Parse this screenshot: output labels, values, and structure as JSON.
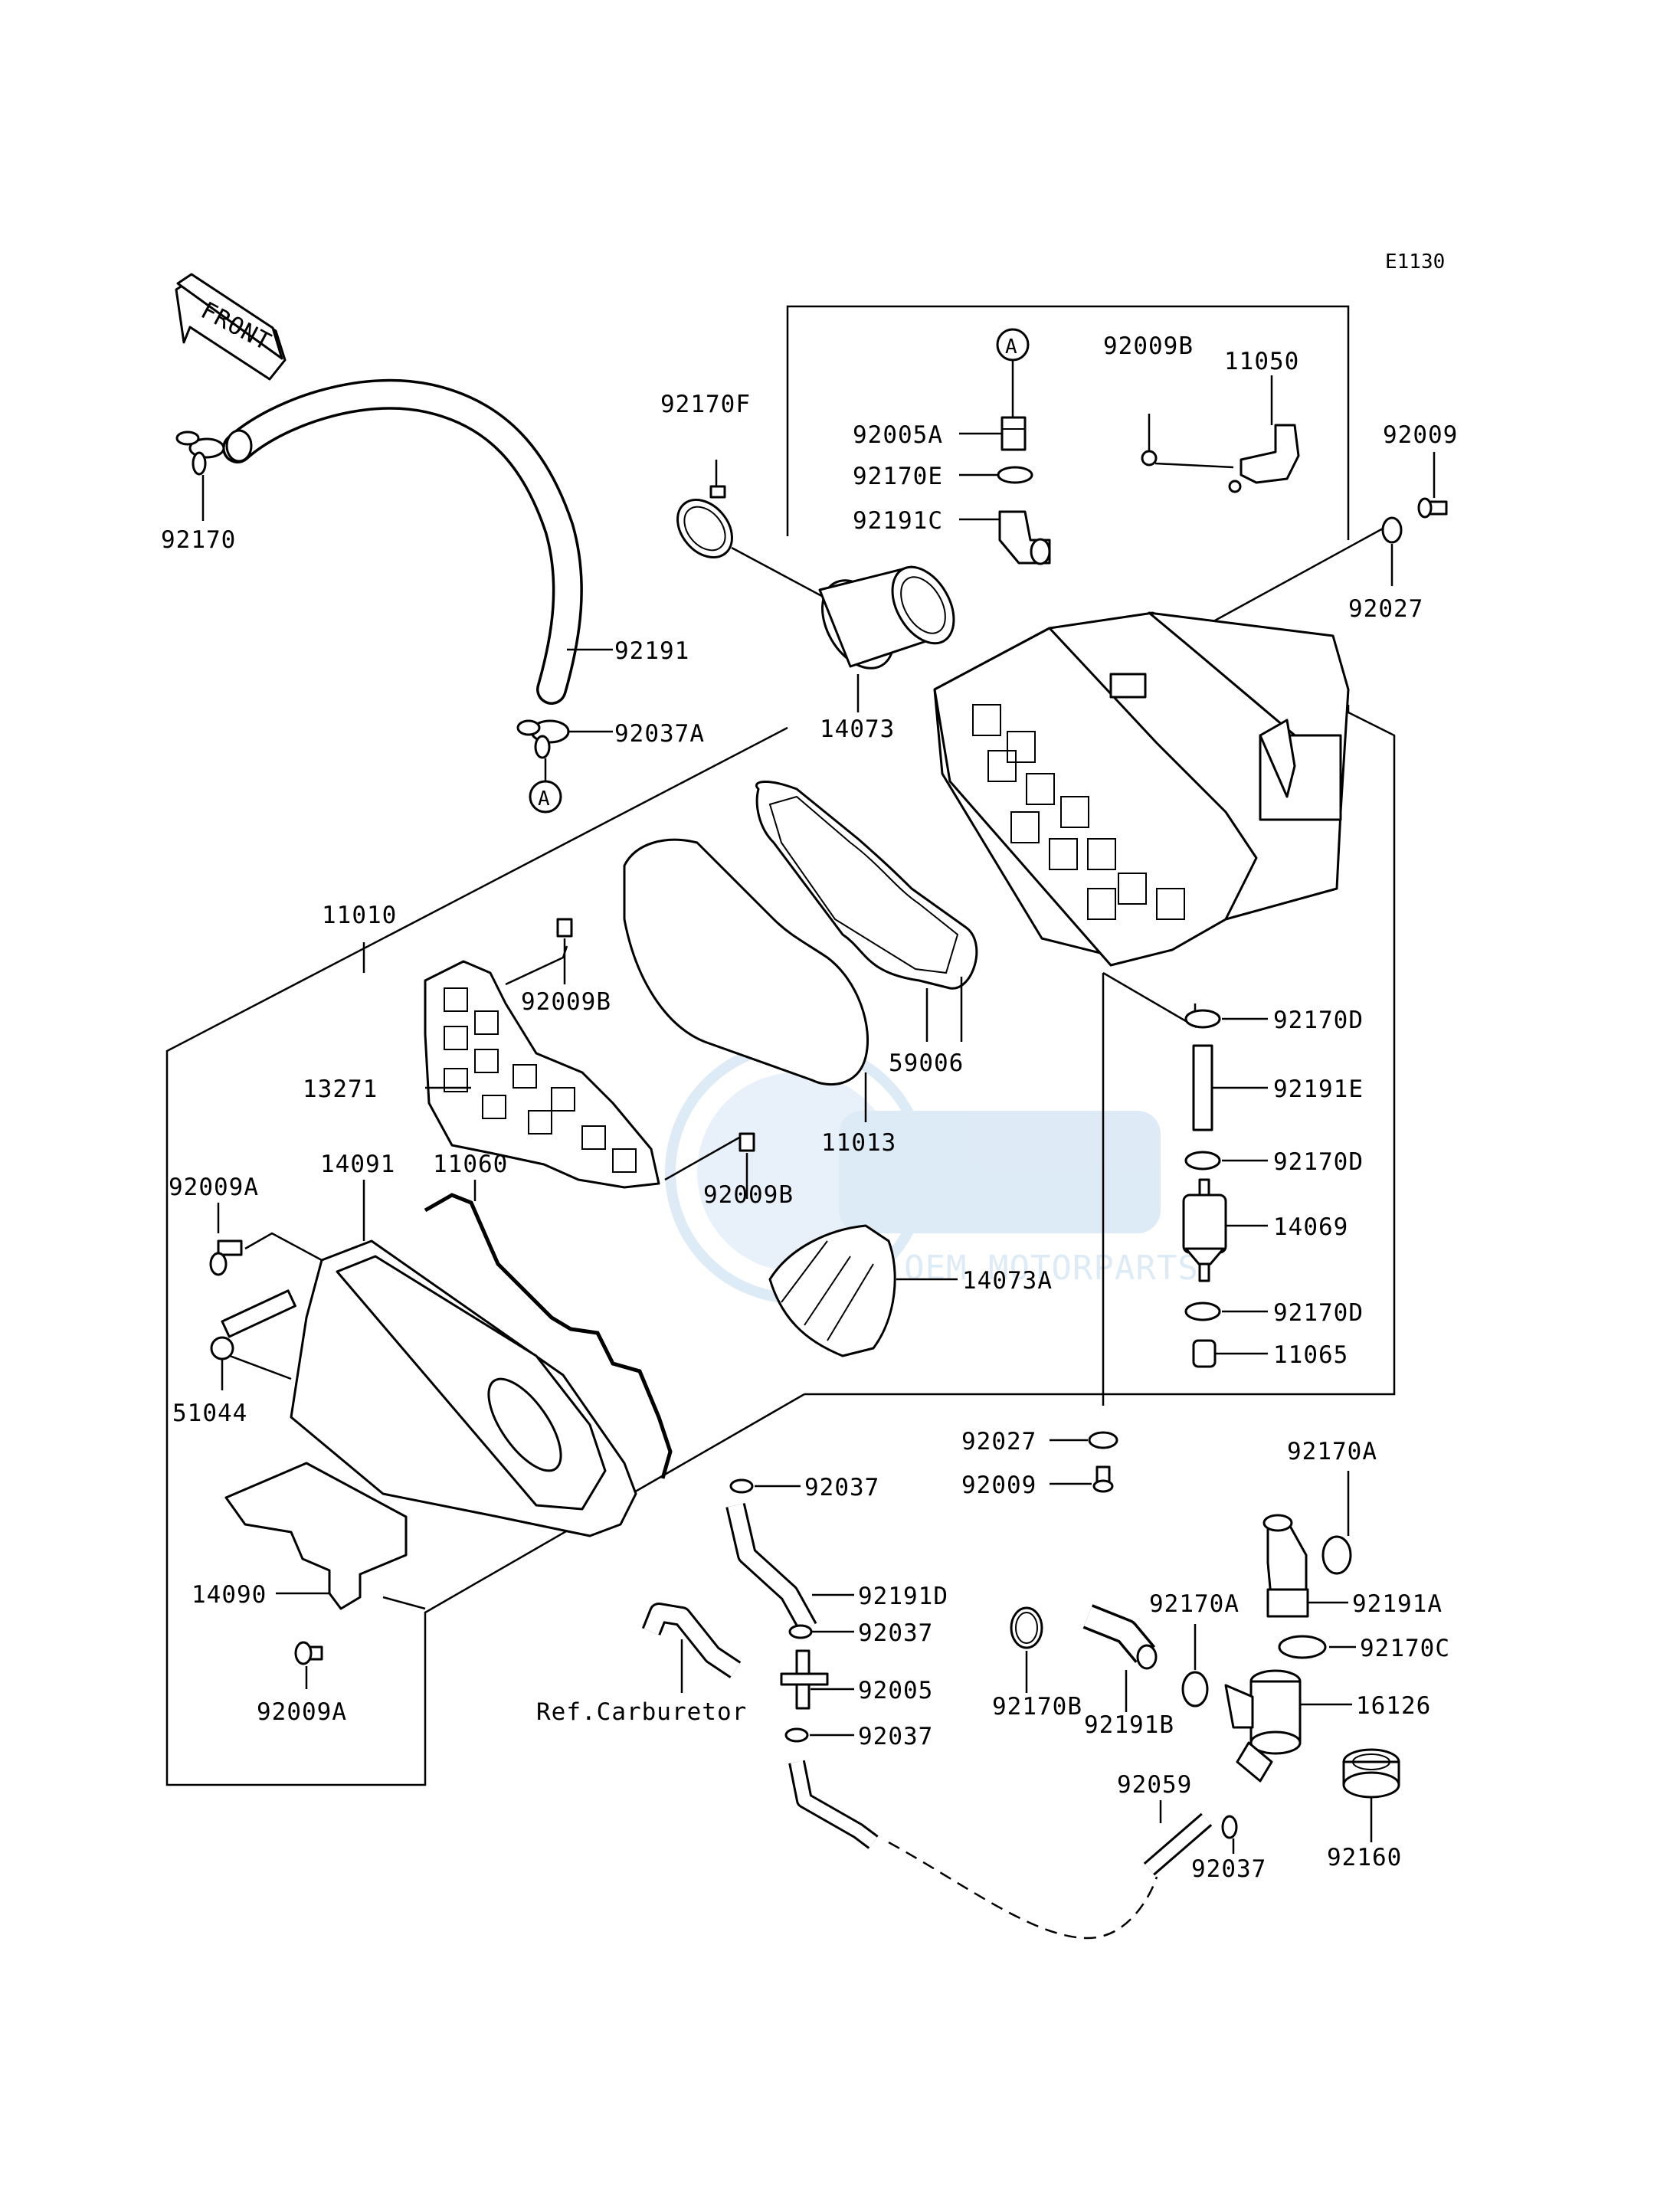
{
  "diagram": {
    "code": "E1130",
    "front_label": "FRONT",
    "ref_label": "Ref.Carburetor",
    "circle_marker": "A",
    "watermark": "OEM MOTORPARTS",
    "colors": {
      "line": "#000000",
      "background": "#ffffff",
      "watermark": "#6aa6d8"
    }
  },
  "labels": {
    "l92170": "92170",
    "l92191": "92191",
    "l92037A": "92037A",
    "l92170F": "92170F",
    "l92005A": "92005A",
    "l92170E": "92170E",
    "l92191C": "92191C",
    "l92009B_top": "92009B",
    "l11050": "11050",
    "l92009_top": "92009",
    "l92027_top": "92027",
    "l14073": "14073",
    "l11010": "11010",
    "l92009B_mid": "92009B",
    "l13271": "13271",
    "l59006": "59006",
    "l11013": "11013",
    "l92009B_low": "92009B",
    "l14091": "14091",
    "l11060": "11060",
    "l92009A_top": "92009A",
    "l14073A": "14073A",
    "l51044": "51044",
    "l14090": "14090",
    "l92009A_bot": "92009A",
    "l92170D_1": "92170D",
    "l92191E": "92191E",
    "l92170D_2": "92170D",
    "l14069": "14069",
    "l92170D_3": "92170D",
    "l11065": "11065",
    "l92027_bot": "92027",
    "l92009_bot": "92009",
    "l92037_1": "92037",
    "l92191D": "92191D",
    "l92037_2": "92037",
    "l92005": "92005",
    "l92037_3": "92037",
    "l92170A_top": "92170A",
    "l92191A": "92191A",
    "l92170A_mid": "92170A",
    "l92170C": "92170C",
    "l92170B": "92170B",
    "l92191B": "92191B",
    "l16126": "16126",
    "l92059": "92059",
    "l92037_4": "92037",
    "l92160": "92160"
  }
}
